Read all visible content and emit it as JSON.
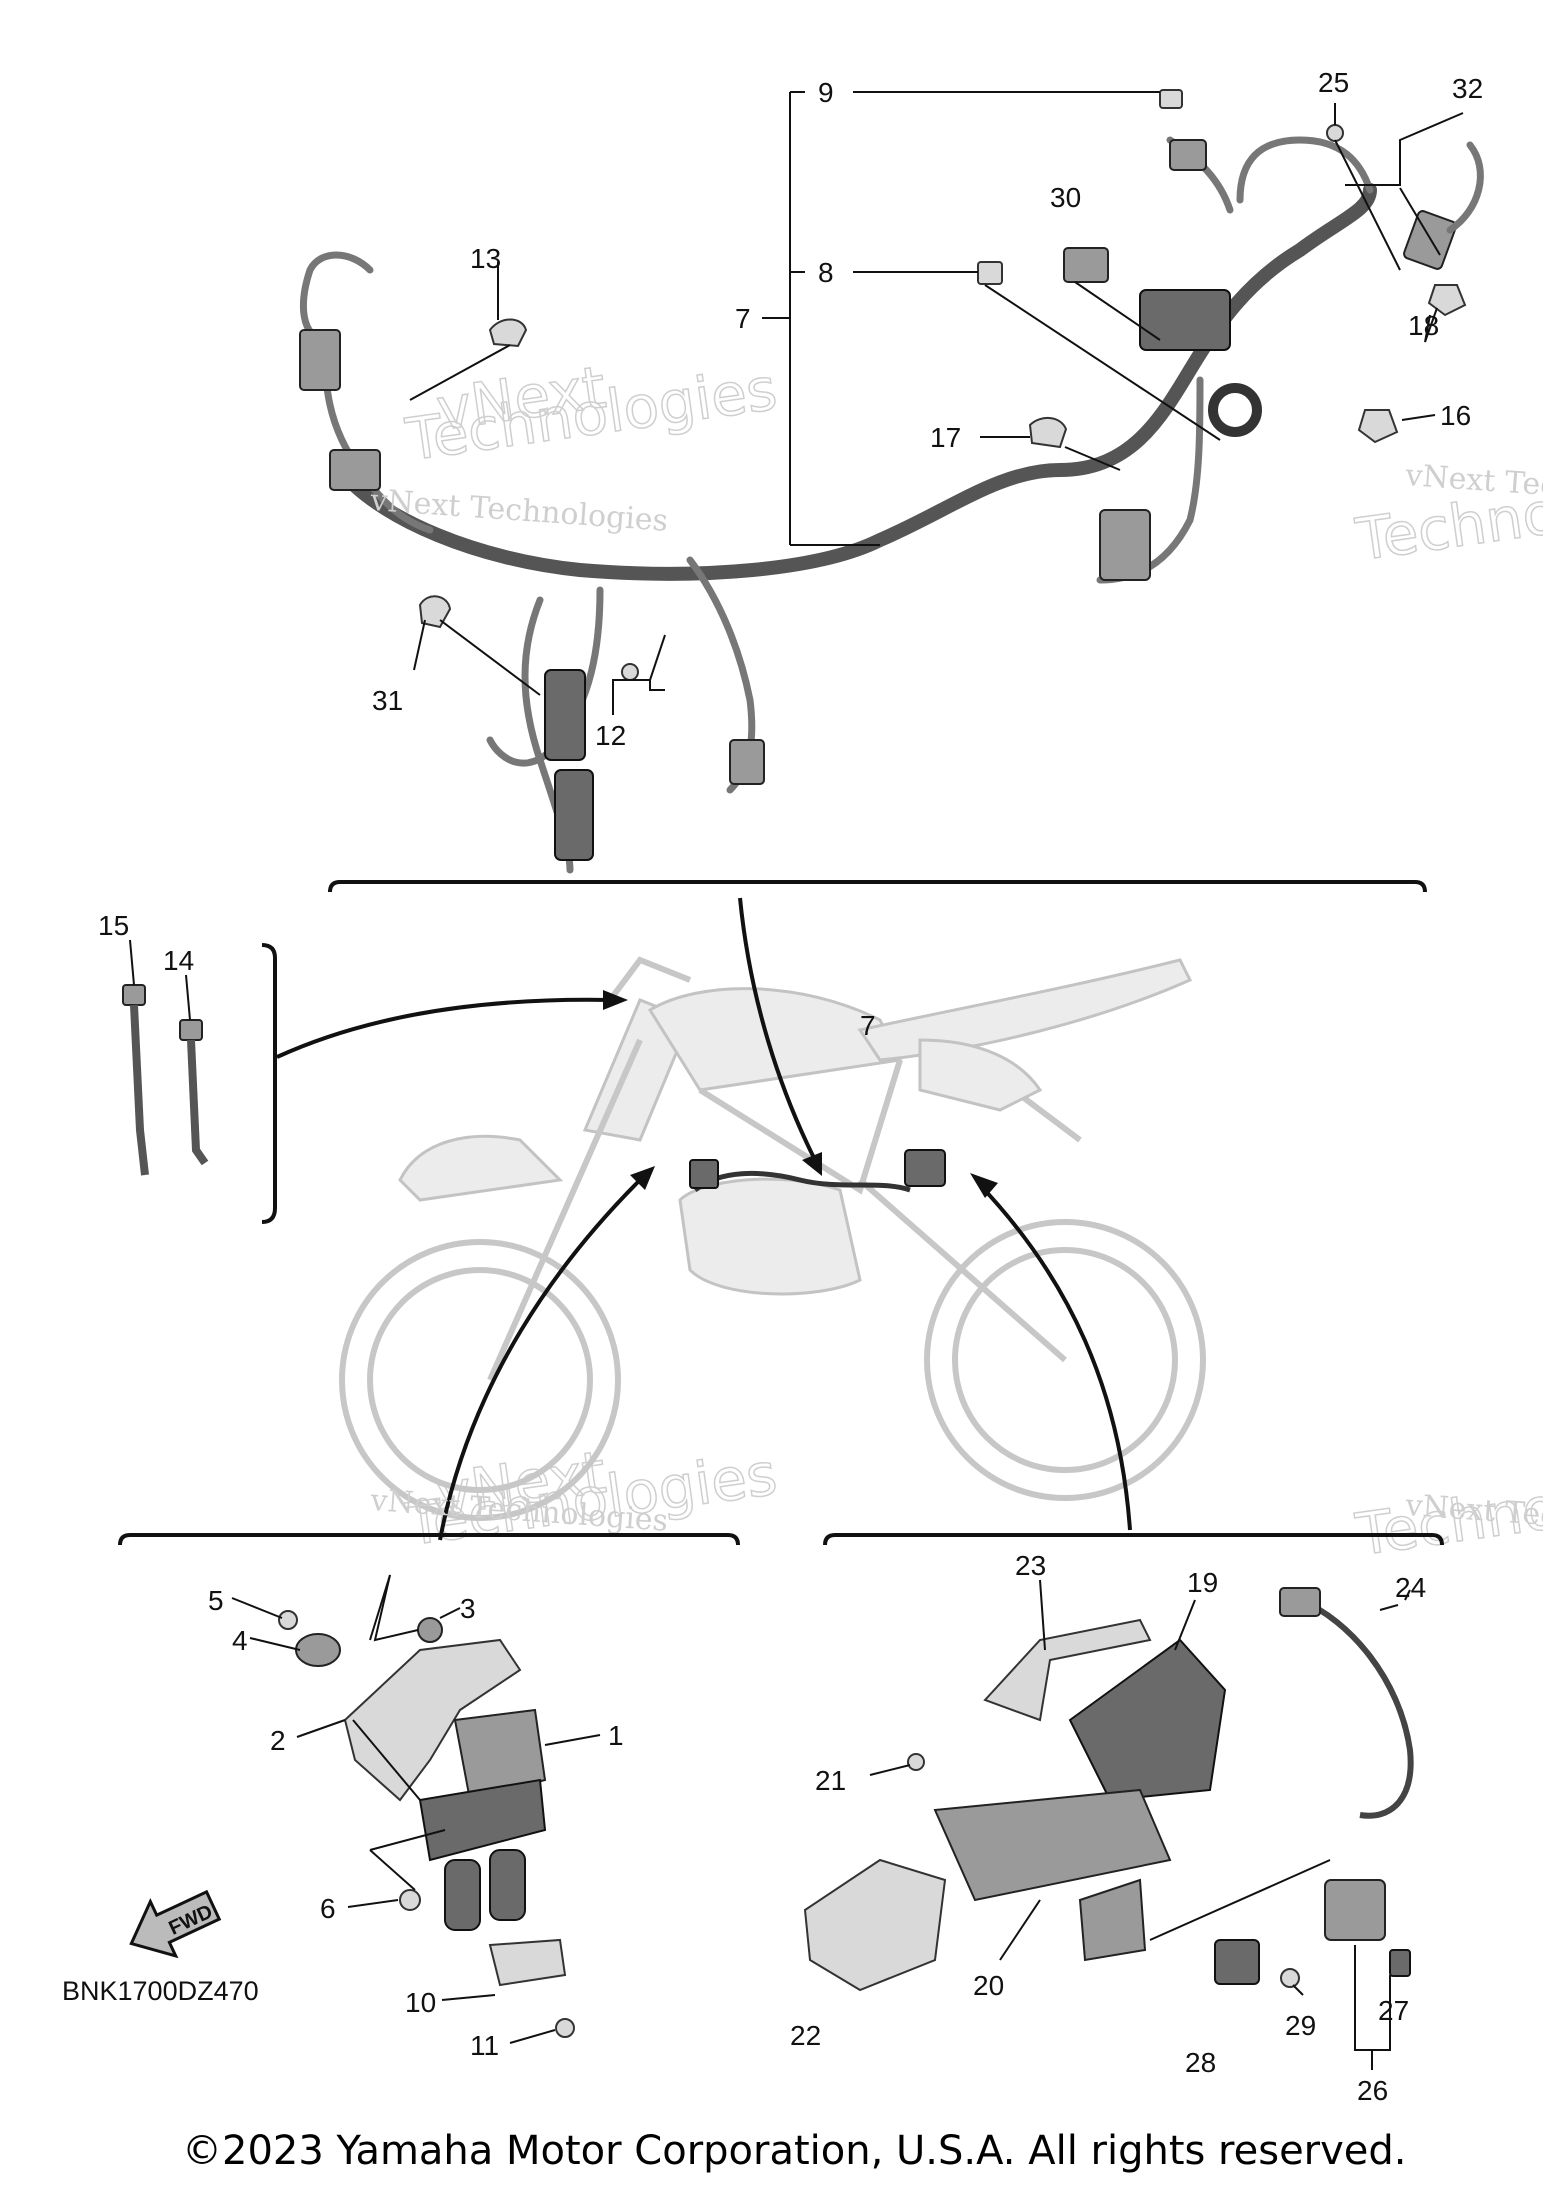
{
  "diagram_code": "BNK1700DZ470",
  "fwd_label": "FWD",
  "copyright": "©2023 Yamaha Motor Corporation, U.S.A. All rights reserved.",
  "watermark": {
    "line1": "vNext Technologies",
    "line2": "Technologies",
    "line3": "vNext"
  },
  "callouts": {
    "c1": "1",
    "c2": "2",
    "c3": "3",
    "c4": "4",
    "c5": "5",
    "c6": "6",
    "c7a": "7",
    "c7b": "7",
    "c8": "8",
    "c9": "9",
    "c10": "10",
    "c11": "11",
    "c12": "12",
    "c13": "13",
    "c14": "14",
    "c15": "15",
    "c16": "16",
    "c17": "17",
    "c18": "18",
    "c19": "19",
    "c20": "20",
    "c21": "21",
    "c22": "22",
    "c23": "23",
    "c24": "24",
    "c25": "25",
    "c26": "26",
    "c27": "27",
    "c28": "28",
    "c29": "29",
    "c30": "30",
    "c31": "31",
    "c32": "32"
  }
}
